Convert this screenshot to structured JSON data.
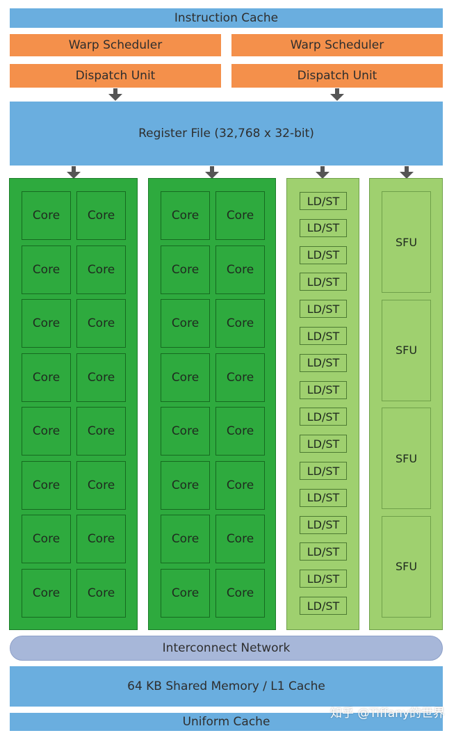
{
  "instruction_cache": "Instruction Cache",
  "warp_schedulers": [
    "Warp Scheduler",
    "Warp Scheduler"
  ],
  "dispatch_units": [
    "Dispatch Unit",
    "Dispatch Unit"
  ],
  "register_file": "Register File (32,768 x 32-bit)",
  "core_label": "Core",
  "core_columns": 2,
  "cores_per_column": 16,
  "ldst_label": "LD/ST",
  "ldst_count": 16,
  "sfu_label": "SFU",
  "sfu_count": 4,
  "interconnect": "Interconnect Network",
  "shared_memory": "64 KB Shared Memory / L1 Cache",
  "uniform_cache": "Uniform Cache",
  "watermark": "知乎 @Tiffany的世界",
  "colors": {
    "cache_blue": "#6aaedf",
    "scheduler_orange": "#f4904b",
    "core_green": "#2eaa3e",
    "ldst_light_green": "#9fd06f",
    "interconnect_lavender": "#a7b7d9",
    "arrow_gray": "#555555"
  }
}
